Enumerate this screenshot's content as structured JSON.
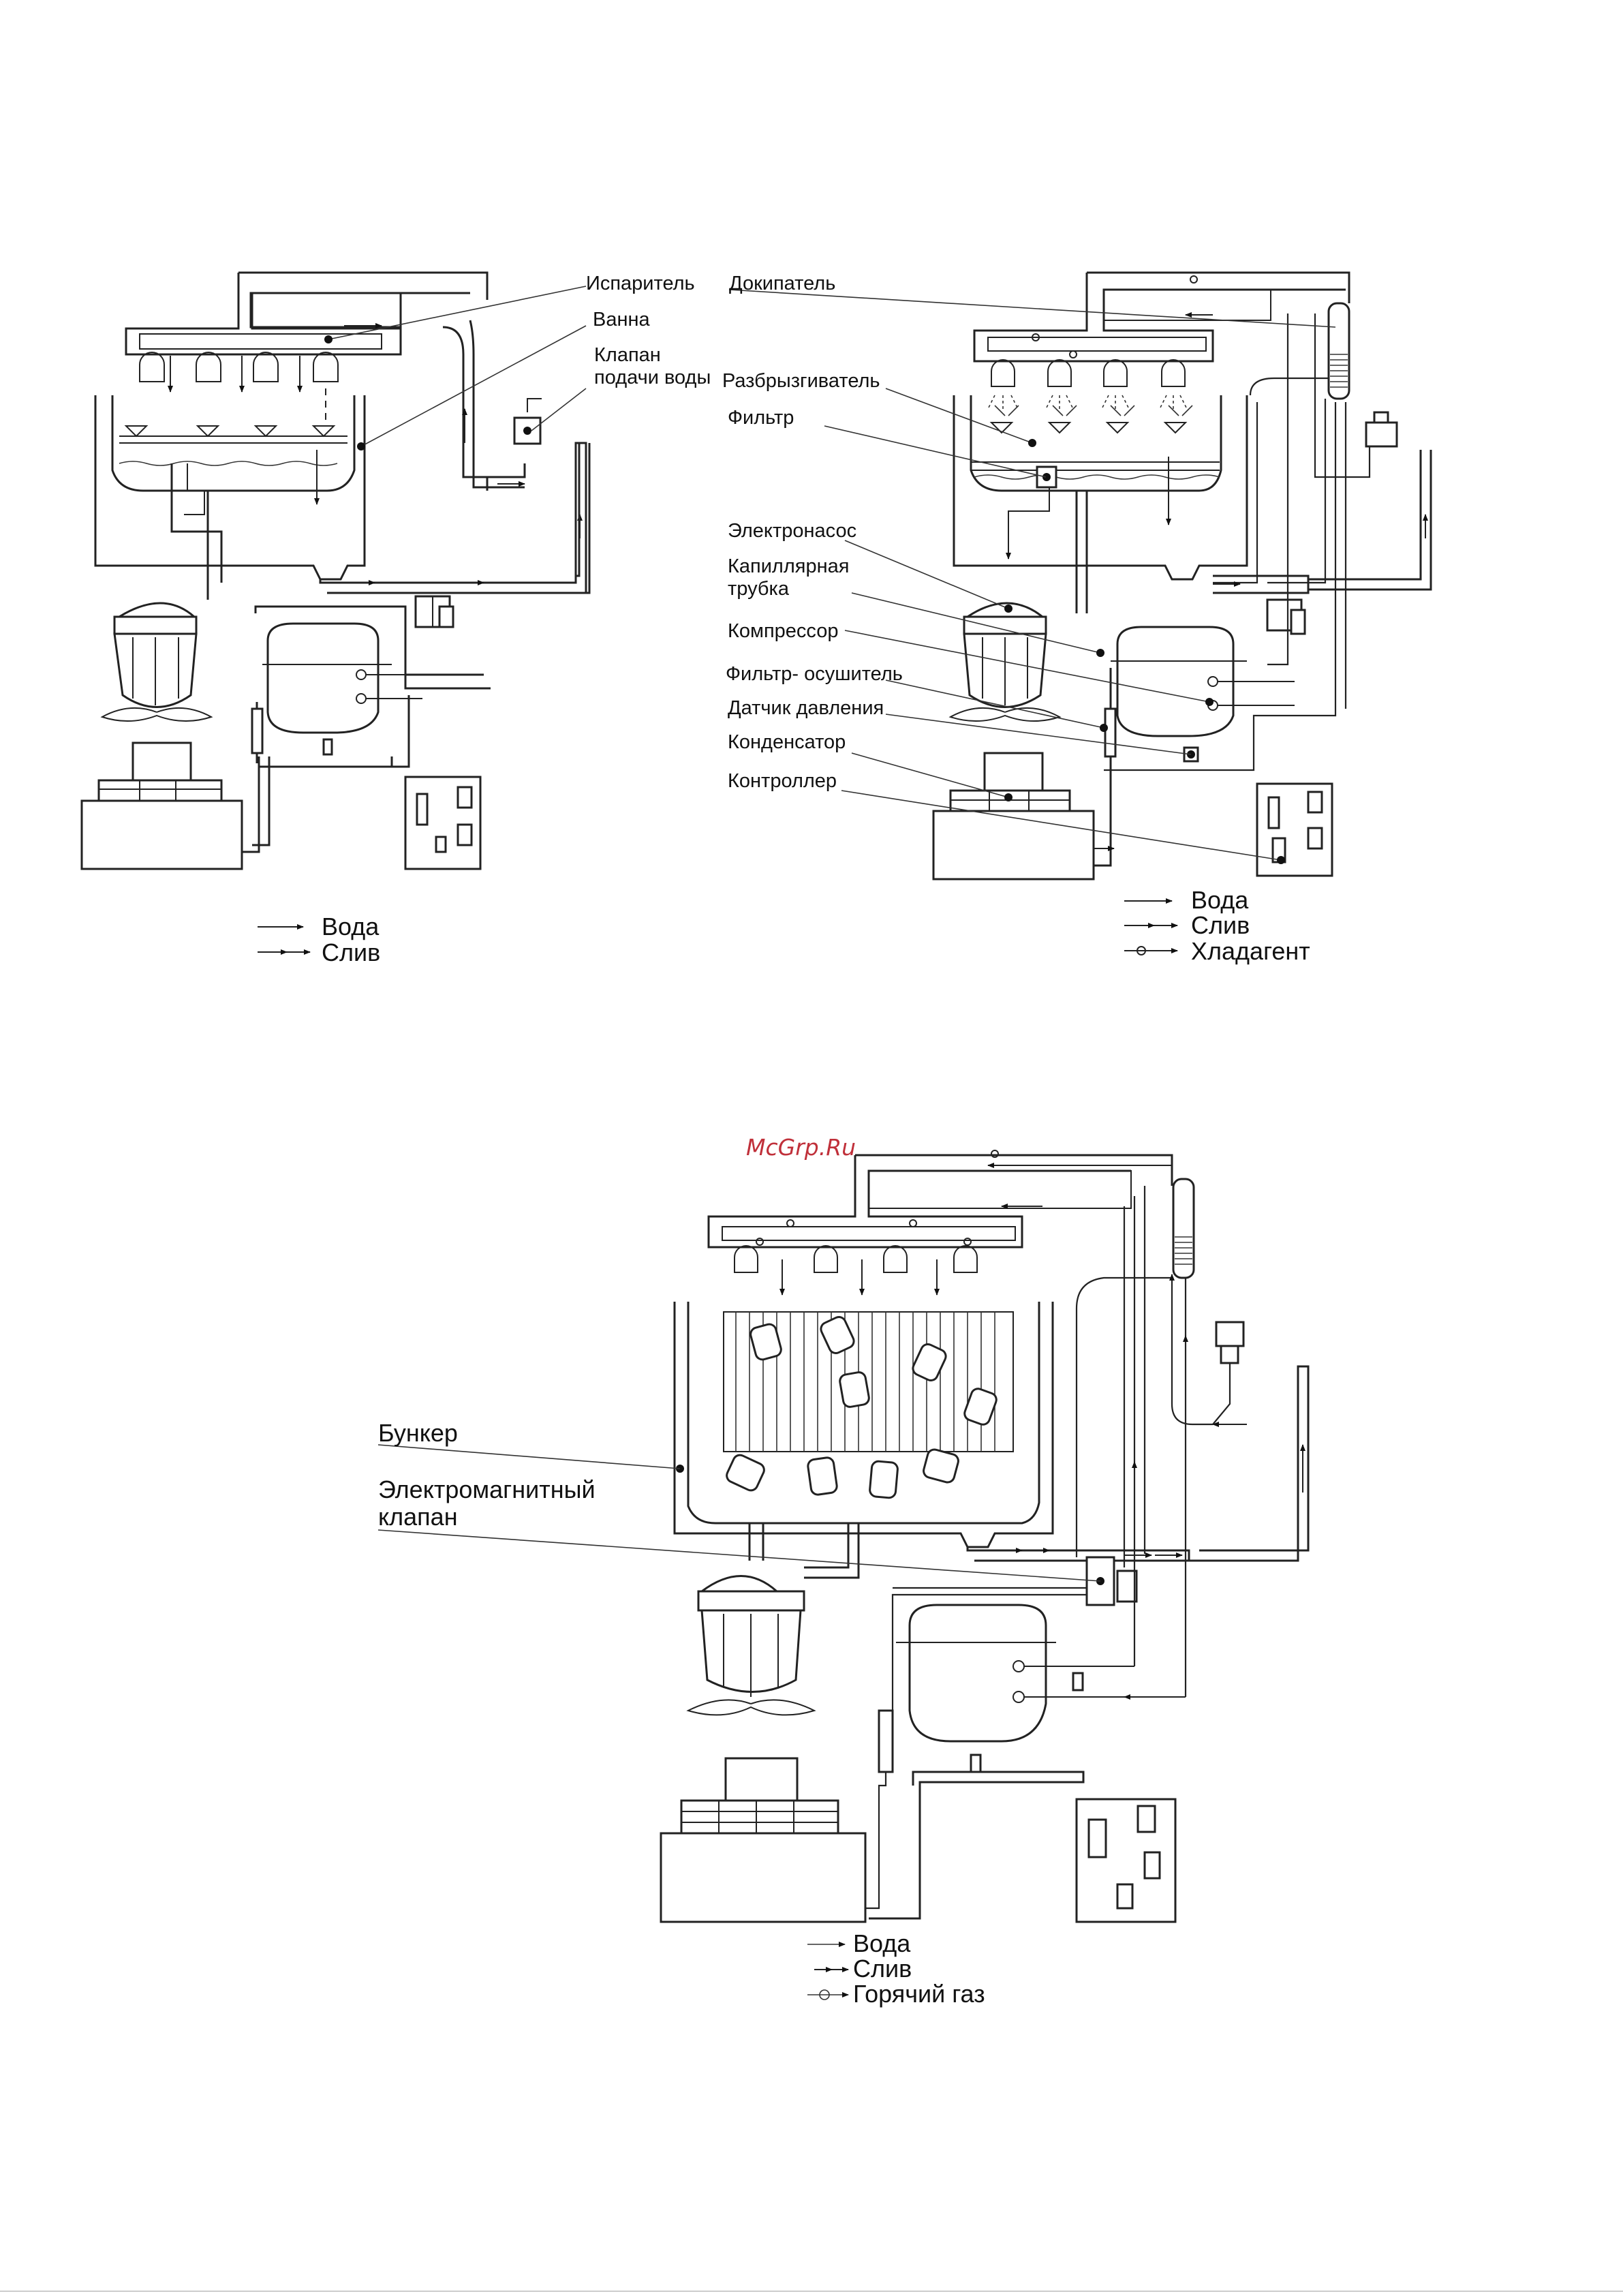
{
  "watermark": "McGrp.Ru",
  "diagram1": {
    "labels": {
      "evaporator": "Испаритель",
      "bath": "Ванна",
      "valve_line1": "Клапан",
      "valve_line2": "подачи воды"
    },
    "legend": {
      "water": "Вода",
      "drain": "Слив"
    }
  },
  "diagram2": {
    "labels": {
      "accumulator": "Докипатель",
      "sprayer": "Разбрызгиватель",
      "filter": "Фильтр",
      "pump": "Электронасос",
      "capillary_line1": "Капиллярная",
      "capillary_line2": "трубка",
      "compressor": "Компрессор",
      "filter_dryer": "Фильтр- осушитель",
      "pressure_sensor": "Датчик давления",
      "condenser": "Конденсатор",
      "controller": "Контроллер"
    },
    "legend": {
      "water": "Вода",
      "drain": "Слив",
      "refrigerant": "Хладагент"
    }
  },
  "diagram3": {
    "labels": {
      "bunker": "Бункер",
      "solenoid_line1": "Электромагнитный",
      "solenoid_line2": "клапан"
    },
    "legend": {
      "water": "Вода",
      "drain": "Слив",
      "hot_gas": "Горячий газ"
    }
  }
}
